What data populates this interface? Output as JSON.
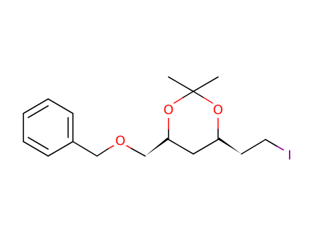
{
  "molecule": {
    "atom_labels": {
      "ether_oxygen": "O",
      "ring_oxygen_left": "O",
      "ring_oxygen_right": "O",
      "iodine": "I"
    },
    "colors": {
      "bond": "#000000",
      "oxygen": "#ff0d0d",
      "iodine": "#940094",
      "background": "#ffffff"
    }
  }
}
